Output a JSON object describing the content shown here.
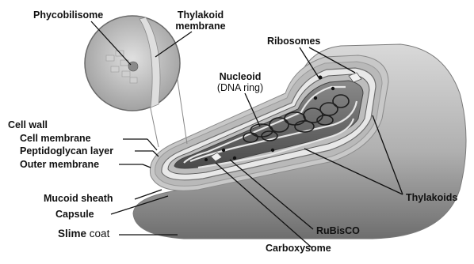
{
  "diagram": {
    "labels": {
      "phycobilisome": "Phycobilisome",
      "thylakoid_membrane_l1": "Thylakoid",
      "thylakoid_membrane_l2": "membrane",
      "ribosomes": "Ribosomes",
      "nucleoid": "Nucleoid",
      "dna_ring": "(DNA ring)",
      "cell_wall": "Cell wall",
      "cell_membrane": "Cell membrane",
      "peptidoglycan_layer": "Peptidoglycan layer",
      "outer_membrane": "Outer membrane",
      "mucoid_sheath": "Mucoid sheath",
      "capsule": "Capsule",
      "slime_word": "Slime",
      "coat_word": "coat",
      "thylakoids": "Thylakoids",
      "rubisco": "RuBisCO",
      "carboxysome": "Carboxysome"
    }
  }
}
